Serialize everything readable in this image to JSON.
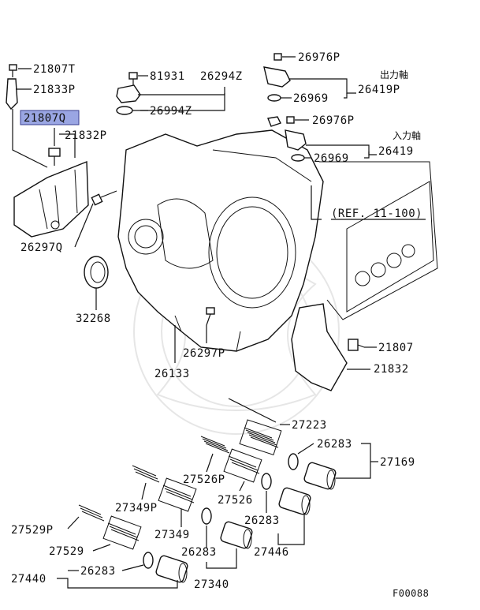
{
  "labels": {
    "l_21807T": "21807T",
    "l_21833P": "21833P",
    "l_21807Q": "21807Q",
    "l_21832P": "21832P",
    "l_26297Q": "26297Q",
    "l_32268": "32268",
    "l_81931": "81931",
    "l_26294Z": "26294Z",
    "l_26994Z": "26994Z",
    "l_26976P_a": "26976P",
    "l_26969_a": "26969",
    "l_26419P": "26419P",
    "l_jp_out": "出力軸",
    "l_26976P_b": "26976P",
    "l_jp_in": "入力軸",
    "l_26969_b": "26969",
    "l_26419": "26419",
    "l_ref": "(REF. 11-100)",
    "l_26133": "26133",
    "l_26297P": "26297P",
    "l_21807": "21807",
    "l_21832": "21832",
    "l_27223": "27223",
    "l_26283_a": "26283",
    "l_27169": "27169",
    "l_27526P": "27526P",
    "l_27526": "27526",
    "l_26283_b": "26283",
    "l_27349P": "27349P",
    "l_27349": "27349",
    "l_27446": "27446",
    "l_27529P": "27529P",
    "l_27529": "27529",
    "l_26283_c": "26283",
    "l_27340": "27340",
    "l_27440": "27440",
    "l_26283_d": "26283",
    "l_figure": "F00088"
  },
  "highlight_color": "#9aa6e3"
}
